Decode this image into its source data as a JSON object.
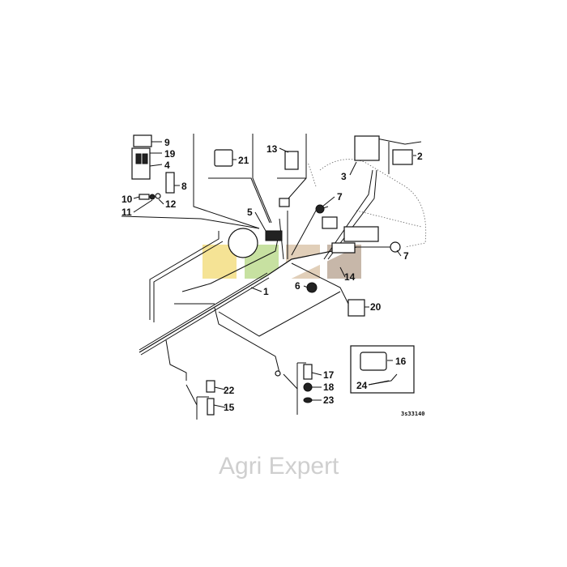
{
  "diagram": {
    "drawing_code": "3s33140",
    "watermark": "Agri Expert",
    "labels": {
      "p1": "1",
      "p2": "2",
      "p3": "3",
      "p4": "4",
      "p5": "5",
      "p6": "6",
      "p7a": "7",
      "p7b": "7",
      "p8": "8",
      "p9": "9",
      "p10": "10",
      "p11": "11",
      "p12": "12",
      "p13": "13",
      "p14": "14",
      "p15": "15",
      "p16": "16",
      "p17": "17",
      "p18": "18",
      "p19": "19",
      "p20": "20",
      "p21": "21",
      "p22": "22",
      "p23": "23",
      "p24": "24"
    },
    "colors": {
      "ink": "#111111",
      "wm_yellow": "#f3dc7a",
      "wm_green": "#b9d98a",
      "wm_tan": "#d9c3a8",
      "wm_brown": "#b9a594"
    }
  }
}
